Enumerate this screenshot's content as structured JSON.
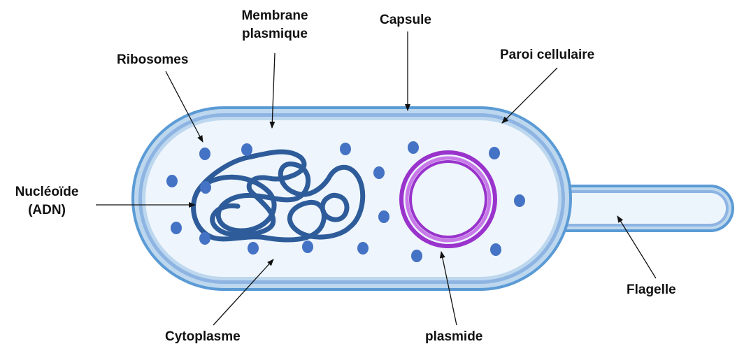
{
  "labels": {
    "membrane": [
      "Membrane",
      "plasmique"
    ],
    "capsule": "Capsule",
    "ribosomes": "Ribosomes",
    "paroi": "Paroi cellulaire",
    "nucleoide": [
      "Nucléoïde",
      "(ADN)"
    ],
    "flagelle": "Flagelle",
    "cytoplasme": "Cytoplasme",
    "plasmide": "plasmide"
  },
  "colors": {
    "capsule_outer": "#5B9BD5",
    "wall_light": "#BDD7EE",
    "wall_mid": "#8DB4E2",
    "cytoplasm": "#EEF5FC",
    "ribosome": "#4472C4",
    "nucleoid": "#2E5C9A",
    "plasmid_outer": "#9933CC",
    "plasmid_inner": "#C879E8"
  }
}
